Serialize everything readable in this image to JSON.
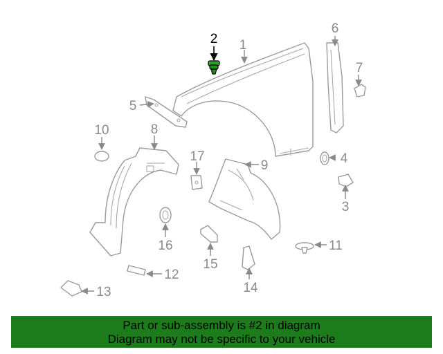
{
  "callouts": {
    "c1": "1",
    "c2": "2",
    "c3": "3",
    "c4": "4",
    "c5": "5",
    "c6": "6",
    "c7": "7",
    "c8": "8",
    "c9": "9",
    "c10": "10",
    "c11": "11",
    "c12": "12",
    "c13": "13",
    "c14": "14",
    "c15": "15",
    "c16": "16",
    "c17": "17"
  },
  "highlighted_part": "2",
  "banner": {
    "line1": "Part or sub-assembly is #2 in diagram",
    "line2": "Diagram may not be specific to your vehicle"
  },
  "colors": {
    "banner_background": "#1c7c1c",
    "highlight_part": "#1f8f1f",
    "line_art": "#9a9a9a"
  }
}
